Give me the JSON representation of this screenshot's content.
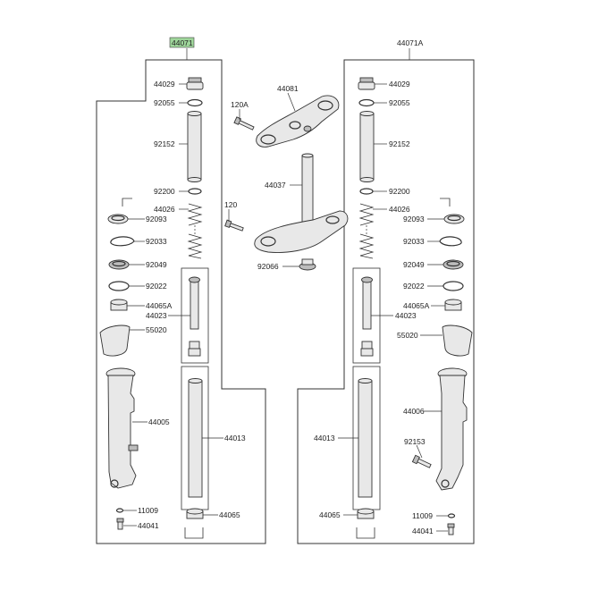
{
  "left_group": {
    "code": "44071",
    "highlight_color": "#9fd79b",
    "parts": {
      "p44029": "44029",
      "p92055": "92055",
      "p92152": "92152",
      "p92200": "92200",
      "p44026": "44026",
      "p92093": "92093",
      "p92033": "92033",
      "p92049": "92049",
      "p92022": "92022",
      "p44065A": "44065A",
      "p44023": "44023",
      "p55020": "55020",
      "p44005": "44005",
      "p44013": "44013",
      "p44065": "44065",
      "p11009": "11009",
      "p44041": "44041"
    }
  },
  "right_group": {
    "code": "44071A",
    "parts": {
      "p44029": "44029",
      "p92055": "92055",
      "p92152": "92152",
      "p92200": "92200",
      "p44026": "44026",
      "p92093": "92093",
      "p92033": "92033",
      "p92049": "92049",
      "p92022": "92022",
      "p44065A": "44065A",
      "p44023": "44023",
      "p55020": "55020",
      "p44006": "44006",
      "p44013": "44013",
      "p92153": "92153",
      "p44065": "44065",
      "p11009": "11009",
      "p44041": "44041"
    }
  },
  "center": {
    "p44081": "44081",
    "p120A": "120A",
    "p44037": "44037",
    "p120": "120",
    "p92066": "92066"
  }
}
